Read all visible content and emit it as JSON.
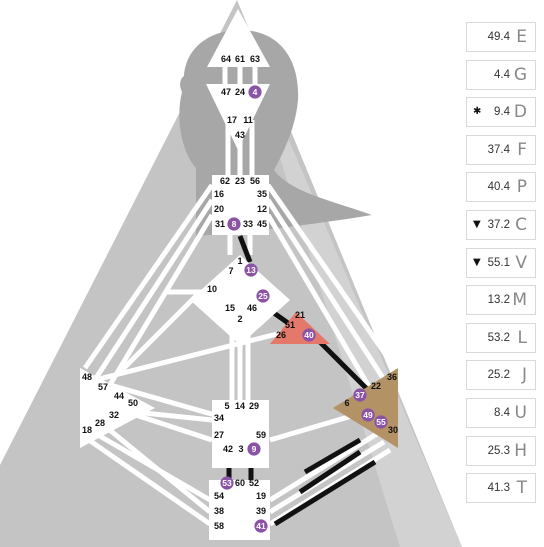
{
  "colors": {
    "background_silhouette": "#c4c4c4",
    "head_silhouette": "#a7a7a7",
    "center_fill": "#ffffff",
    "channel_active": "#111111",
    "gate_highlight": "#8b53a6",
    "spleen_center": "#e4786a",
    "solar_plexus_center": "#b39265"
  },
  "centers": {
    "head": {
      "gates": [
        "64",
        "61",
        "63"
      ]
    },
    "ajna": {
      "gates": [
        "47",
        "24",
        "4"
      ]
    },
    "throat": {
      "gates": [
        "17",
        "11",
        "43",
        "62",
        "23",
        "56",
        "16",
        "35",
        "20",
        "12",
        "31",
        "8",
        "33",
        "45"
      ]
    },
    "g_center": {
      "gates": [
        "1",
        "7",
        "13",
        "10",
        "25",
        "15",
        "46",
        "2"
      ]
    },
    "ego": {
      "gates": [
        "21",
        "51",
        "26",
        "40"
      ]
    },
    "spleen": {
      "gates": [
        "48",
        "57",
        "44",
        "50",
        "32",
        "28",
        "18"
      ]
    },
    "sacral": {
      "gates": [
        "5",
        "14",
        "29",
        "34",
        "27",
        "59",
        "42",
        "3",
        "9"
      ]
    },
    "solar_plexus": {
      "gates": [
        "36",
        "22",
        "37",
        "6",
        "49",
        "55",
        "30"
      ]
    },
    "root": {
      "gates": [
        "53",
        "60",
        "52",
        "54",
        "19",
        "38",
        "39",
        "58",
        "41"
      ]
    }
  },
  "highlighted_gates": [
    "4",
    "8",
    "13",
    "25",
    "40",
    "37",
    "49",
    "55",
    "9",
    "53",
    "41"
  ],
  "planets": [
    {
      "value": "49.4",
      "symbol": "E",
      "mark": ""
    },
    {
      "value": "4.4",
      "symbol": "G",
      "mark": ""
    },
    {
      "value": "9.4",
      "symbol": "D",
      "mark": "✱"
    },
    {
      "value": "37.4",
      "symbol": "F",
      "mark": ""
    },
    {
      "value": "40.4",
      "symbol": "P",
      "mark": ""
    },
    {
      "value": "37.2",
      "symbol": "C",
      "mark": "▼"
    },
    {
      "value": "55.1",
      "symbol": "V",
      "mark": "▼"
    },
    {
      "value": "13.2",
      "symbol": "M",
      "mark": ""
    },
    {
      "value": "53.2",
      "symbol": "L",
      "mark": ""
    },
    {
      "value": "25.2",
      "symbol": "J",
      "mark": ""
    },
    {
      "value": "8.4",
      "symbol": "U",
      "mark": ""
    },
    {
      "value": "25.3",
      "symbol": "H",
      "mark": ""
    },
    {
      "value": "41.3",
      "symbol": "T",
      "mark": ""
    }
  ]
}
